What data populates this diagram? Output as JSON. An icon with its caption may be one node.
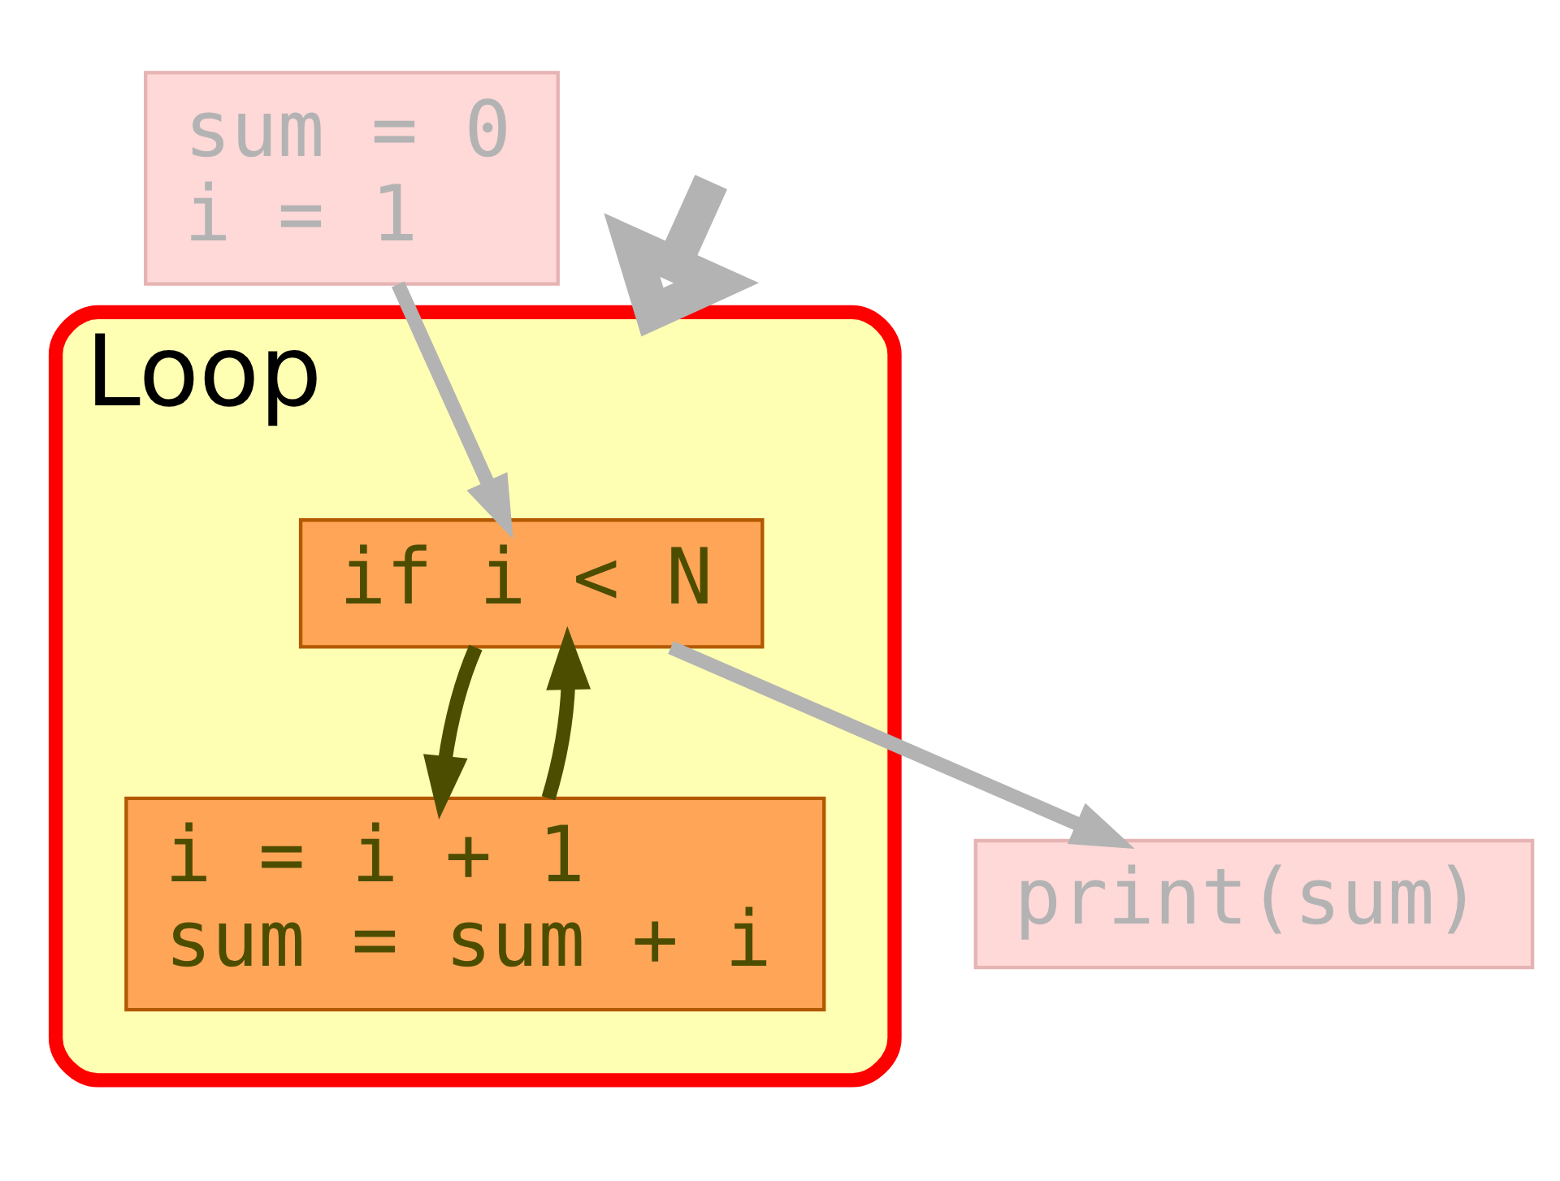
{
  "diagram": {
    "nodes": [
      {
        "text": [
          "sum = 0",
          "i = 1"
        ]
      },
      {
        "text": [
          "Loop"
        ]
      },
      {
        "text": [
          "if i < N"
        ],
        "in": 1
      },
      {
        "text": [
          "i = i + 1",
          "sum = sum + i"
        ],
        "in": 1
      },
      {
        "text": [
          "print(sum)"
        ]
      }
    ],
    "edges": [
      {
        "from": 0,
        "to": 2,
        "arrow": "to",
        "color": "#b3b3b3"
      },
      {
        "from": 2,
        "to": 3,
        "arrow": "to",
        "color": "#4d4d00"
      },
      {
        "from": 3,
        "to": 2,
        "arrow": "to",
        "color": "#4d4d00"
      },
      {
        "from": 2,
        "to": 4,
        "arrow": "to",
        "color": "#b3b3b3"
      },
      {
        "from": null,
        "to": 1,
        "arrow": "to",
        "style": "thick",
        "color": "#b3b3b3"
      }
    ]
  }
}
